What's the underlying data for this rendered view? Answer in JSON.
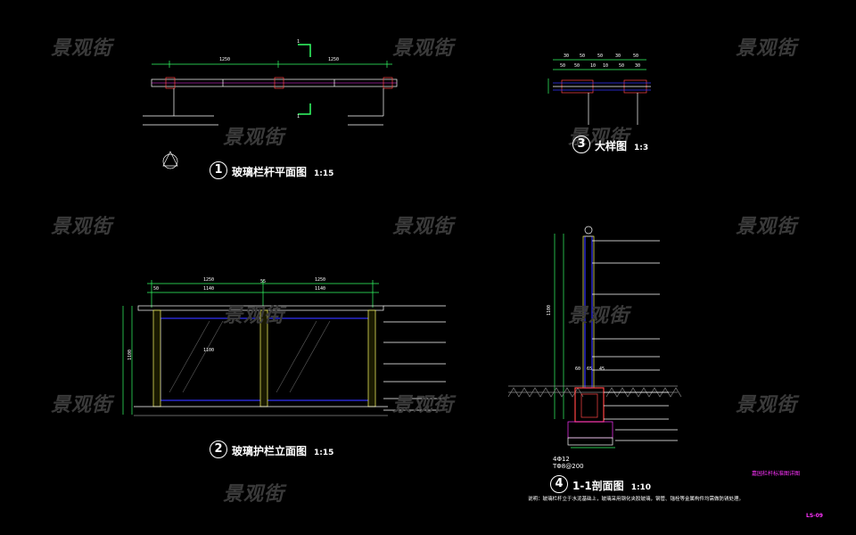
{
  "watermark": "景观街",
  "drawings": {
    "d1": {
      "num": "1",
      "title": "玻璃栏杆平面图",
      "scale": "1:15"
    },
    "d2": {
      "num": "2",
      "title": "玻璃护栏立面图",
      "scale": "1:15"
    },
    "d3": {
      "num": "3",
      "title": "大样图",
      "scale": "1:3"
    },
    "d4": {
      "num": "4",
      "title": "1-1剖面图",
      "scale": "1:10"
    }
  },
  "dims": {
    "plan_span_a": "1250",
    "plan_span_b": "1250",
    "elev_span_a": "1250",
    "elev_span_b": "1250",
    "elev_sub_a": "1140",
    "elev_sub_b": "1140",
    "elev_mid": "1100",
    "elev_post_a": "50",
    "elev_post_b": "55",
    "elev_height": "1100",
    "sec_height": "1100",
    "detail_top": [
      "30",
      "50",
      "50",
      "30",
      "50"
    ],
    "detail_sub": [
      "50",
      "50",
      "10",
      "10",
      "50",
      "30"
    ],
    "sec_footing": [
      "4Φ12",
      "TΦ8@200"
    ],
    "sec_base_dims": [
      "60",
      "65",
      "45"
    ]
  },
  "section_mark": "1",
  "note": "说明：玻璃栏杆立于水泥基础上，玻璃采用钢化夹胶玻璃，钢管、锚栓等金属构件均需做防锈处理。",
  "stamp": "嘉园栏杆标准图详图",
  "sheet_no": "LS-09",
  "colors": {
    "bg": "#000000",
    "line": "#ffffff",
    "glass": "#3333ff",
    "post": "#ffff66",
    "accent": "#ff33ff",
    "dim": "#33ff66"
  }
}
